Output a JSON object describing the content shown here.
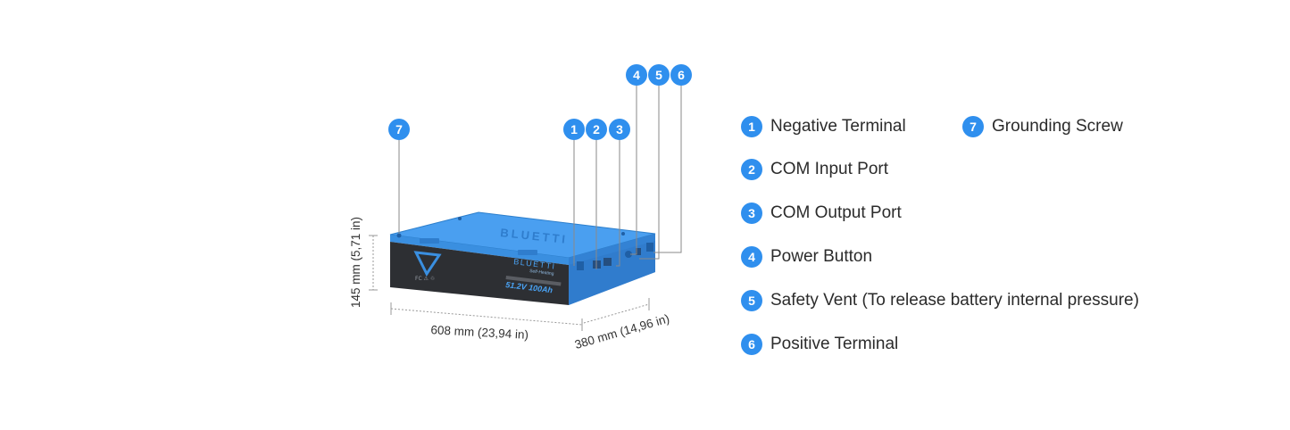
{
  "product": {
    "brand_lid": "BLUETTI",
    "brand_label": "BLUETTI",
    "sub_label": "Self-Heating",
    "spec_label": "51.2V 100Ah",
    "cert_marks": "FC ⚠ ♲"
  },
  "dimensions": {
    "height": "145 mm (5,71 in)",
    "length": "608 mm (23,94 in)",
    "width": "380 mm (14,96 in)"
  },
  "callouts": [
    "1",
    "2",
    "3",
    "4",
    "5",
    "6",
    "7"
  ],
  "legend": [
    {
      "num": "1",
      "label": "Negative Terminal"
    },
    {
      "num": "2",
      "label": "COM Input Port"
    },
    {
      "num": "3",
      "label": "COM Output Port"
    },
    {
      "num": "4",
      "label": "Power Button"
    },
    {
      "num": "5",
      "label": "Safety Vent (To release battery internal pressure)"
    },
    {
      "num": "6",
      "label": "Positive Terminal"
    },
    {
      "num": "7",
      "label": "Grounding Screw"
    }
  ],
  "colors": {
    "accent": "#2f8fee",
    "battery_blue": "#3a8fe0",
    "battery_dark": "#2d2f33"
  }
}
